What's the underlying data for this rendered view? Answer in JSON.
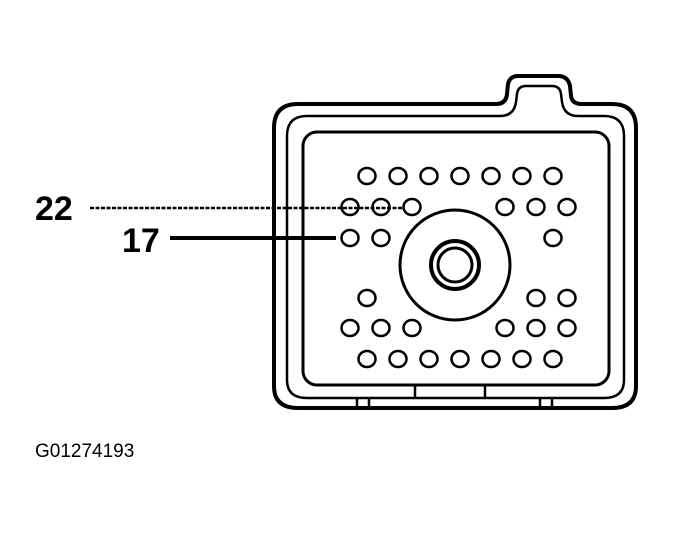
{
  "callouts": [
    {
      "label": "22"
    },
    {
      "label": "17"
    }
  ],
  "figure_id": "G01274193",
  "colors": {
    "line": "#000000",
    "background": "#ffffff"
  }
}
